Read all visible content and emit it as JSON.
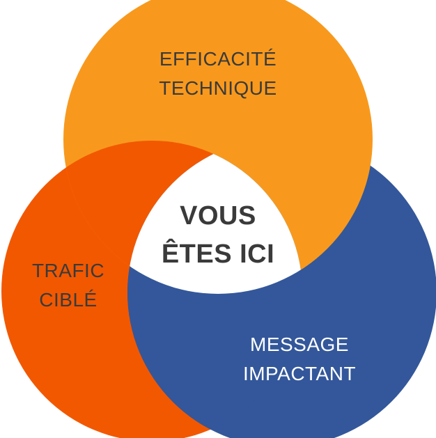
{
  "colors": {
    "orange_light": "#F8991D",
    "orange_red": "#F25800",
    "blue": "#33579A",
    "center": "#FFFFFF"
  },
  "circles": {
    "top": {
      "line1": "EFFICACITÉ",
      "line2": "TECHNIQUE",
      "text_color": "#3A3A3A"
    },
    "left": {
      "line1": "TRAFIC",
      "line2": "CIBLÉ",
      "text_color": "#3A3A3A"
    },
    "right": {
      "line1": "MESSAGE",
      "line2": "IMPACTANT",
      "text_color": "#FFFFFF"
    }
  },
  "center": {
    "line1": "VOUS",
    "line2": "ÊTES ICI",
    "text_color": "#3A3A3A"
  }
}
